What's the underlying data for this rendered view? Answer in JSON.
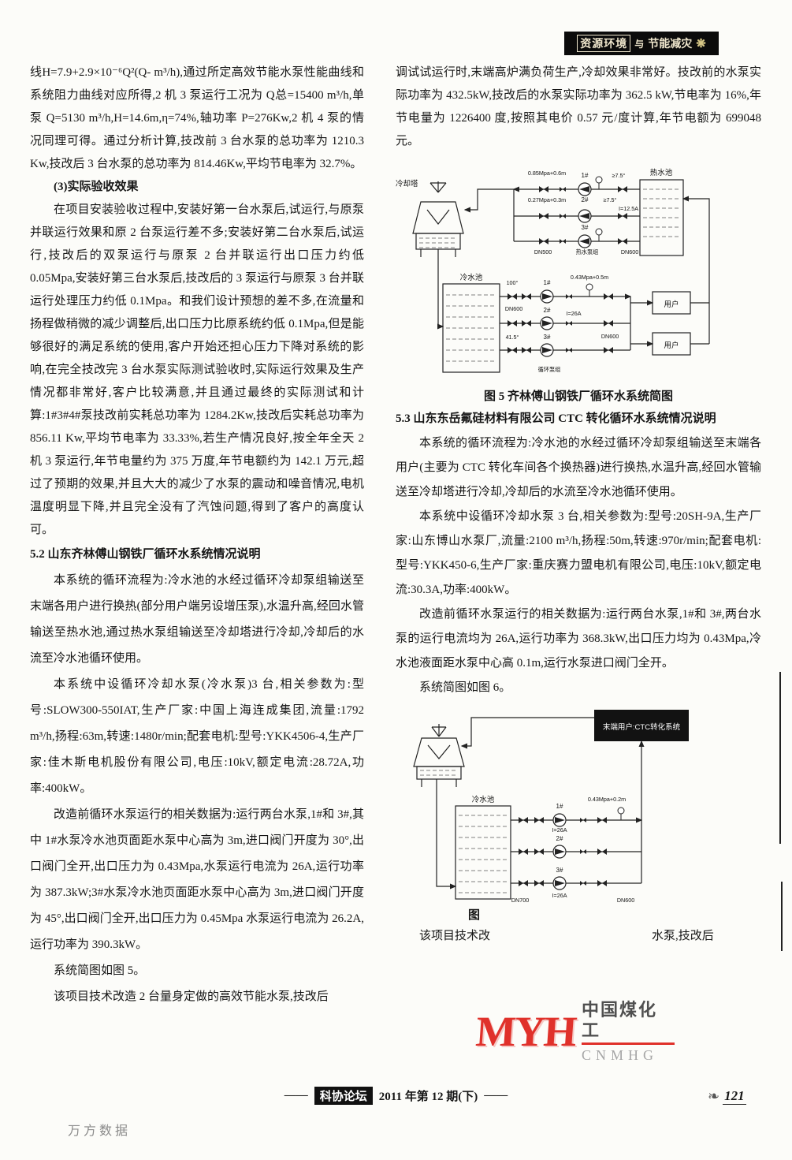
{
  "banner": {
    "part1": "资源环境",
    "conj": "与",
    "part2": "节能减灾",
    "ornament": "❋"
  },
  "left": {
    "p0": "线H=7.9+2.9×10⁻⁶Q²(Q- m³/h),通过所定高效节能水泵性能曲线和系统阻力曲线对应所得,2 机 3 泵运行工况为 Q总=15400 m³/h,单泵 Q=5130 m³/h,H=14.6m,η=74%,轴功率 P=276Kw,2 机 4 泵的情况同理可得。通过分析计算,技改前 3 台水泵的总功率为 1210.3 Kw,技改后 3 台水泵的总功率为 814.46Kw,平均节电率为 32.7%。",
    "h1": "(3)实际验收效果",
    "p1": "在项目安装验收过程中,安装好第一台水泵后,试运行,与原泵并联运行效果和原 2 台泵运行差不多;安装好第二台水泵后,试运行,技改后的双泵运行与原泵 2 台并联运行出口压力约低 0.05Mpa,安装好第三台水泵后,技改后的 3 泵运行与原泵 3 台并联运行处理压力约低 0.1Mpa。和我们设计预想的差不多,在流量和扬程做稍微的减少调整后,出口压力比原系统约低 0.1Mpa,但是能够很好的满足系统的使用,客户开始还担心压力下降对系统的影响,在完全技改完 3 台水泵实际测试验收时,实际运行效果及生产情况都非常好,客户比较满意,并且通过最终的实际测试和计算:1#3#4#泵技改前实耗总功率为 1284.2Kw,技改后实耗总功率为 856.11 Kw,平均节电率为 33.33%,若生产情况良好,按全年全天 2 机 3 泵运行,年节电量约为 375 万度,年节电额约为 142.1 万元,超过了预期的效果,并且大大的减少了水泵的震动和噪音情况,电机温度明显下降,并且完全没有了汽蚀问题,得到了客户的高度认可。",
    "h2": "5.2 山东齐林傅山钢铁厂循环水系统情况说明",
    "p2": "本系统的循环流程为:冷水池的水经过循环冷却泵组输送至末端各用户进行换热(部分用户端另设增压泵),水温升高,经回水管输送至热水池,通过热水泵组输送至冷却塔进行冷却,冷却后的水流至冷水池循环使用。",
    "p3": "本系统中设循环冷却水泵(冷水泵)3 台,相关参数为:型号:SLOW300-550IAT,生产厂家:中国上海连成集团,流量:1792 m³/h,扬程:63m,转速:1480r/min;配套电机:型号:YKK4506-4,生产厂家:佳木斯电机股份有限公司,电压:10kV,额定电流:28.72A,功率:400kW。",
    "p4": "改造前循环水泵运行的相关数据为:运行两台水泵,1#和 3#,其中 1#水泵冷水池页面距水泵中心高为 3m,进口阀门开度为 30°,出口阀门全开,出口压力为 0.43Mpa,水泵运行电流为 26A,运行功率为 387.3kW;3#水泵冷水池页面距水泵中心高为 3m,进口阀门开度为 45°,出口阀门全开,出口压力为 0.45Mpa 水泵运行电流为 26.2A,运行功率为 390.3kW。",
    "p5": "系统简图如图 5。",
    "p6": "该项目技术改造 2 台量身定做的高效节能水泵,技改后"
  },
  "right": {
    "p0": "调试试运行时,末端高炉满负荷生产,冷却效果非常好。技改前的水泵实际功率为 432.5kW,技改后的水泵实际功率为 362.5 kW,节电率为 16%,年节电量为 1226400 度,按照其电价 0.57 元/度计算,年节电额为 699048 元。",
    "h1": "5.3 山东东岳氟硅材料有限公司 CTC 转化循环水系统情况说明",
    "p1": "本系统的循环流程为:冷水池的水经过循环冷却泵组输送至末端各用户(主要为 CTC 转化车间各个换热器)进行换热,水温升高,经回水管输送至冷却塔进行冷却,冷却后的水流至冷水池循环使用。",
    "p2": "本系统中设循环冷却水泵 3 台,相关参数为:型号:20SH-9A,生产厂家:山东博山水泵厂,流量:2100 m³/h,扬程:50m,转速:970r/min;配套电机:型号:YKK450-6,生产厂家:重庆赛力盟电机有限公司,电压:10kV,额定电流:30.3A,功率:400kW。",
    "p3": "改造前循环水泵运行的相关数据为:运行两台水泵,1#和 3#,两台水泵的运行电流均为 26A,运行功率为 368.3kW,出口压力均为 0.43Mpa,冷水池液面距水泵中心高 0.1m,运行水泵进口阀门全开。",
    "p4": "系统简图如图 6。",
    "last_prefix": "该项目技术改",
    "last_suffix": "水泵,技改后"
  },
  "fig5": {
    "caption": "图 5 齐林傅山钢铁厂循环水系统简图",
    "cooling_tower": "冷却塔",
    "hot_pool": "热水池",
    "cold_pool": "冷水池",
    "hot_pump_group": "热水泵组",
    "circ_pump_group": "循环泵组",
    "user1": "用户",
    "user2": "用户",
    "hp1": "1#",
    "hp2": "2#",
    "hp3": "3#",
    "cp1": "1#",
    "cp2": "2#",
    "cp3": "3#",
    "press1": "0.85Mpa+0.6m",
    "press2": "0.27Mpa+0.3m",
    "angle1": "≥7.5°",
    "angle2": "≥7.5°",
    "current_hot": "I=12.5A",
    "dn500": "DN500",
    "dn600_hot": "DN600",
    "dn600_a": "DN600",
    "dn600_b": "DN600",
    "cold_press": "0.43Mpa+0.5m",
    "current_cold": "I=26A",
    "angle_c1": "100°",
    "angle_c3": "41.5°"
  },
  "fig6": {
    "caption": "图",
    "ctc_box": "末端用户:CTC转化系统",
    "cold_pool": "冷水池",
    "p1": "1#",
    "p2": "2#",
    "p3": "3#",
    "i1": "I=26A",
    "i3": "I=26A",
    "press": "0.43Mpa+0.2m",
    "dn700": "DN700",
    "dn600": "DN600"
  },
  "watermark": {
    "letters": "MYH",
    "name": "中国煤化工",
    "abbr": "CNMHG"
  },
  "footer": {
    "dash": "——",
    "journal": "科协论坛",
    "issue": "2011 年第 12 期(下)",
    "page_no": "121",
    "leaf": "❧",
    "provider": "万方数据"
  }
}
